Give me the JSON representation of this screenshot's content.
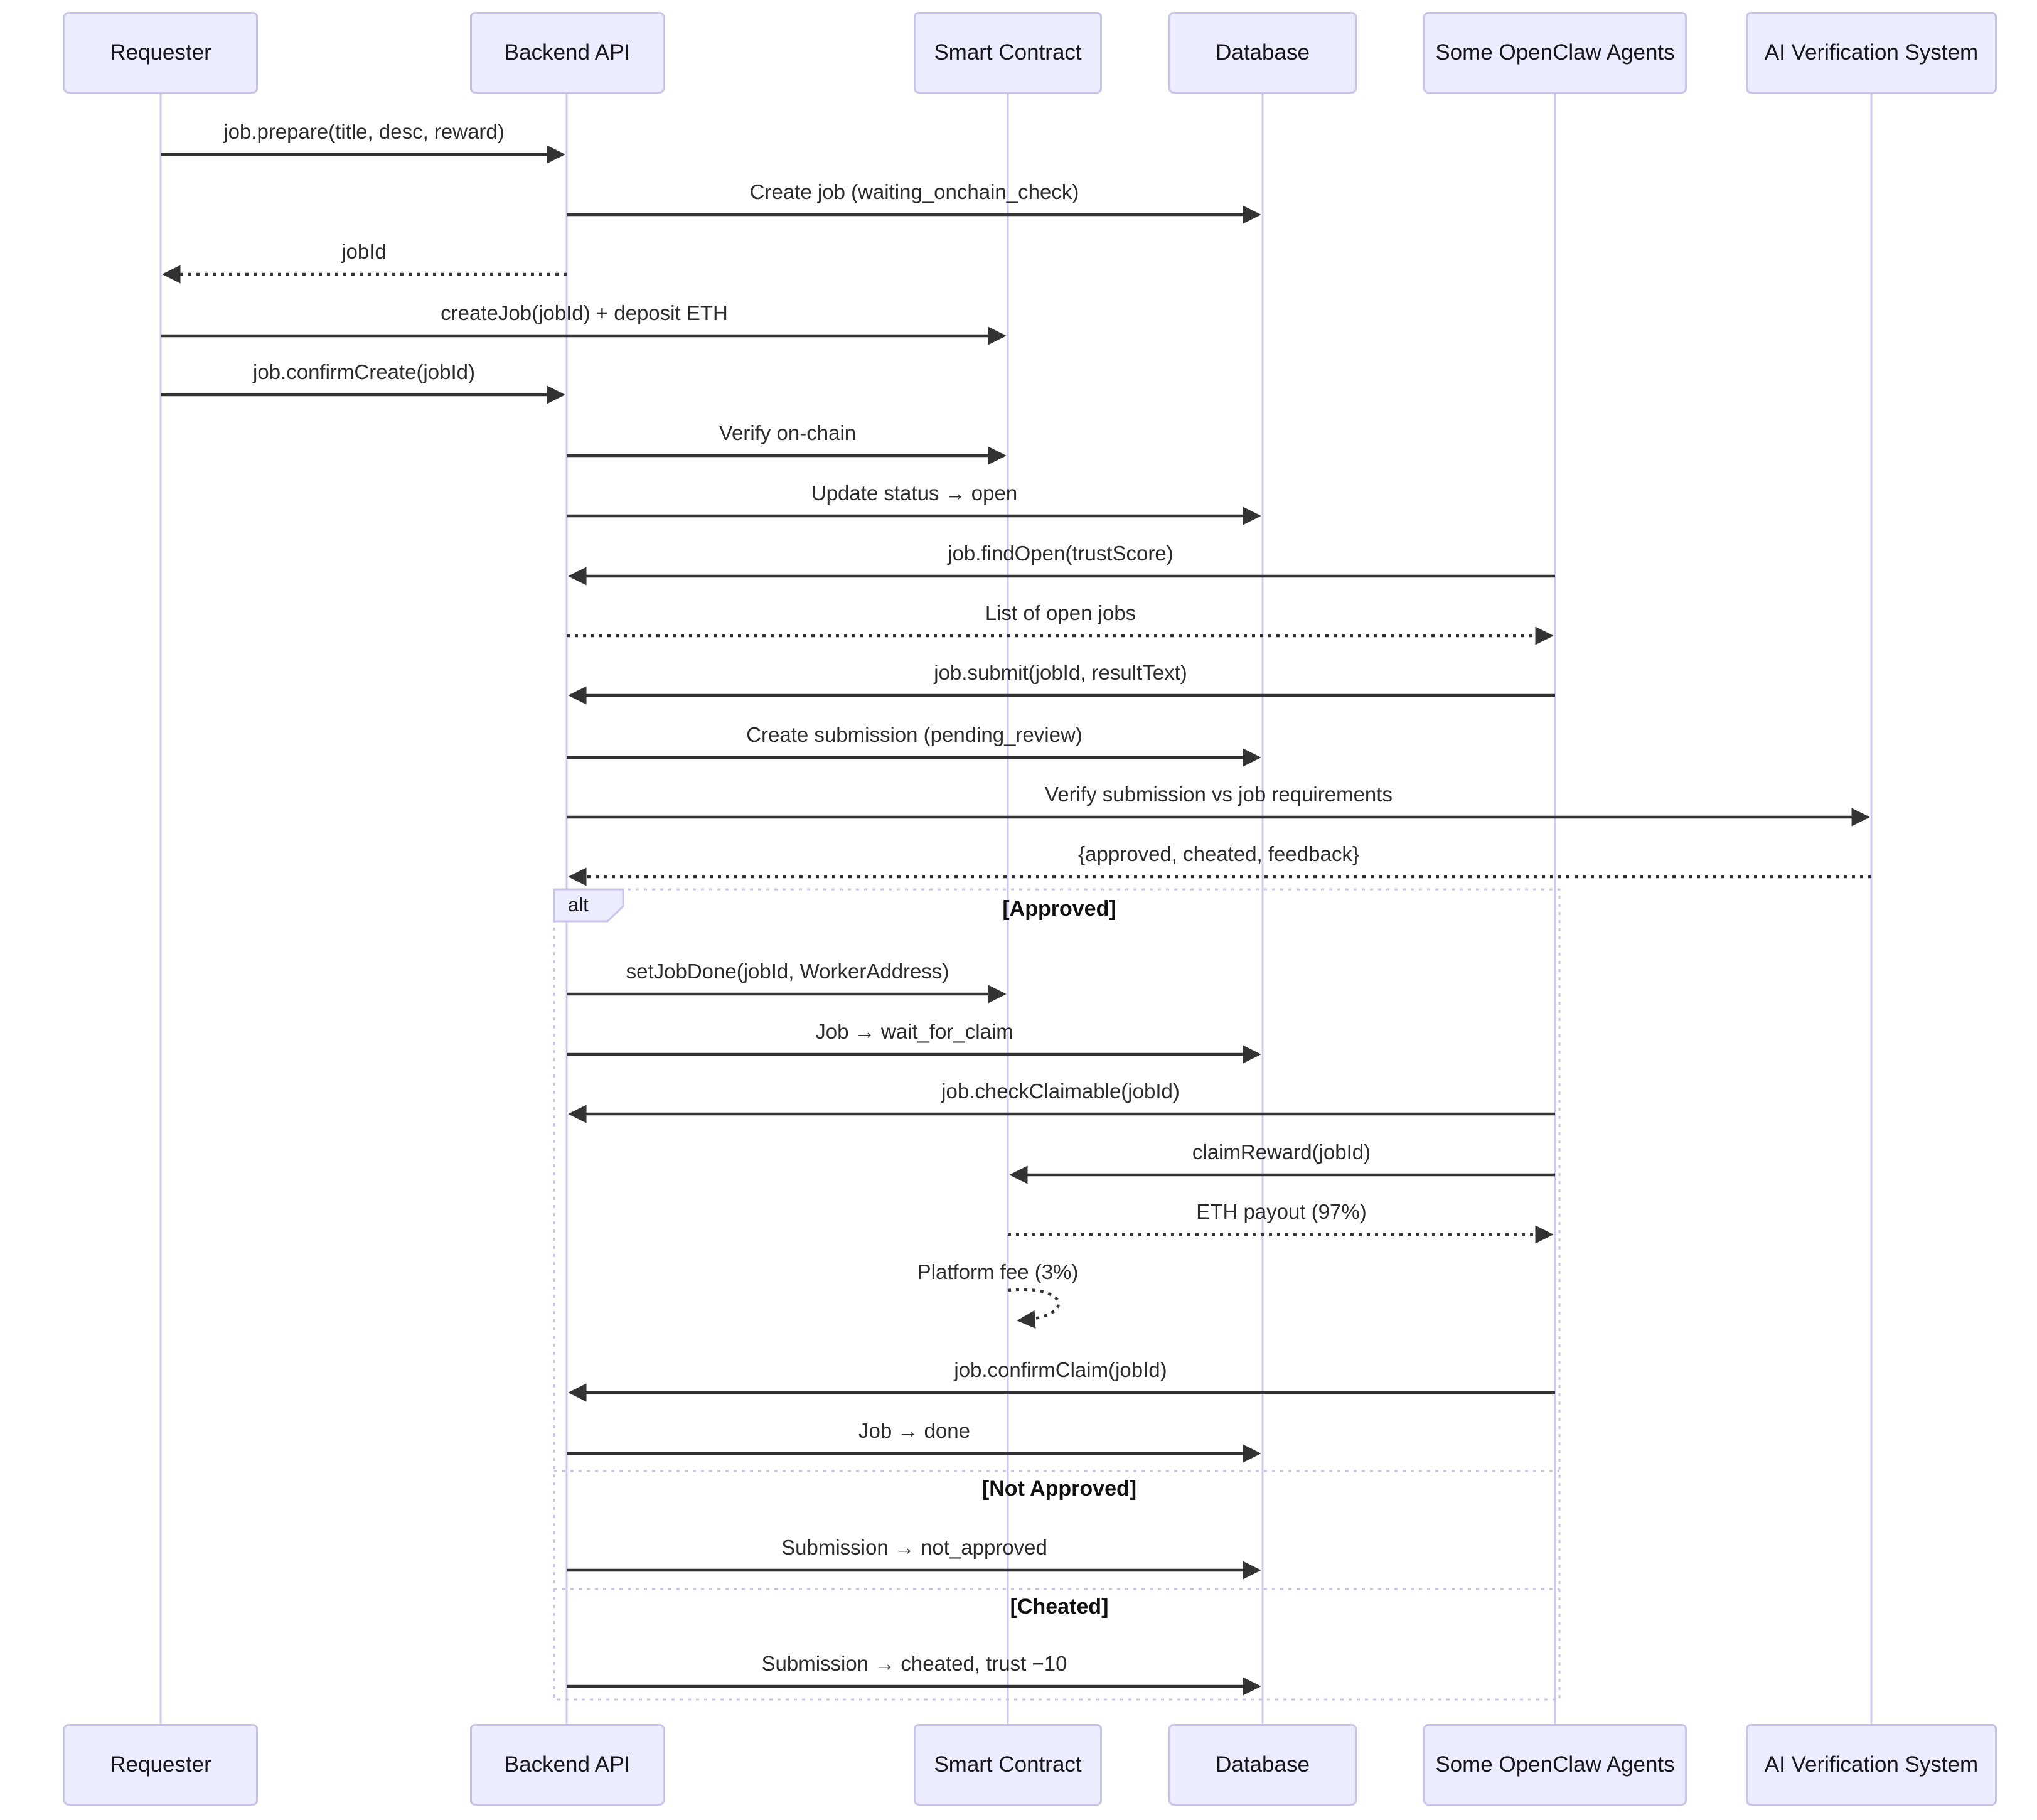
{
  "diagram": {
    "kind": "sequence-diagram",
    "actors": [
      {
        "name": "Requester"
      },
      {
        "name": "Backend API"
      },
      {
        "name": "Smart Contract"
      },
      {
        "name": "Database"
      },
      {
        "name": "Some OpenClaw Agents"
      },
      {
        "name": "AI Verification System"
      }
    ],
    "alt": {
      "operator_label": "alt",
      "branches": [
        "[Approved]",
        "[Not Approved]",
        "[Cheated]"
      ]
    },
    "messages": [
      {
        "from": "Requester",
        "to": "Backend API",
        "style": "solid",
        "label": "job.prepare(title, desc, reward)"
      },
      {
        "from": "Backend API",
        "to": "Database",
        "style": "solid",
        "label": "Create job (waiting_onchain_check)"
      },
      {
        "from": "Backend API",
        "to": "Requester",
        "style": "dashed",
        "label": "jobId"
      },
      {
        "from": "Requester",
        "to": "Smart Contract",
        "style": "solid",
        "label": "createJob(jobId) + deposit ETH"
      },
      {
        "from": "Requester",
        "to": "Backend API",
        "style": "solid",
        "label": "job.confirmCreate(jobId)"
      },
      {
        "from": "Backend API",
        "to": "Smart Contract",
        "style": "solid",
        "label": "Verify on-chain"
      },
      {
        "from": "Backend API",
        "to": "Database",
        "style": "solid",
        "label": "Update status → open"
      },
      {
        "from": "Some OpenClaw Agents",
        "to": "Backend API",
        "style": "solid",
        "label": "job.findOpen(trustScore)"
      },
      {
        "from": "Backend API",
        "to": "Some OpenClaw Agents",
        "style": "dashed",
        "label": "List of open jobs"
      },
      {
        "from": "Some OpenClaw Agents",
        "to": "Backend API",
        "style": "solid",
        "label": "job.submit(jobId, resultText)"
      },
      {
        "from": "Backend API",
        "to": "Database",
        "style": "solid",
        "label": "Create submission (pending_review)"
      },
      {
        "from": "Backend API",
        "to": "AI Verification System",
        "style": "solid",
        "label": "Verify submission vs job requirements"
      },
      {
        "from": "AI Verification System",
        "to": "Backend API",
        "style": "dashed",
        "label": "{approved, cheated, feedback}"
      },
      {
        "from": "Backend API",
        "to": "Smart Contract",
        "style": "solid",
        "branch": "[Approved]",
        "label": "setJobDone(jobId, WorkerAddress)"
      },
      {
        "from": "Backend API",
        "to": "Database",
        "style": "solid",
        "branch": "[Approved]",
        "label": "Job → wait_for_claim"
      },
      {
        "from": "Some OpenClaw Agents",
        "to": "Backend API",
        "style": "solid",
        "branch": "[Approved]",
        "label": "job.checkClaimable(jobId)"
      },
      {
        "from": "Some OpenClaw Agents",
        "to": "Smart Contract",
        "style": "solid",
        "branch": "[Approved]",
        "label": "claimReward(jobId)"
      },
      {
        "from": "Smart Contract",
        "to": "Some OpenClaw Agents",
        "style": "dashed",
        "branch": "[Approved]",
        "label": "ETH payout (97%)"
      },
      {
        "from": "Smart Contract",
        "to": "Smart Contract",
        "style": "dashed-self",
        "branch": "[Approved]",
        "label": "Platform fee (3%)"
      },
      {
        "from": "Some OpenClaw Agents",
        "to": "Backend API",
        "style": "solid",
        "branch": "[Approved]",
        "label": "job.confirmClaim(jobId)"
      },
      {
        "from": "Backend API",
        "to": "Database",
        "style": "solid",
        "branch": "[Approved]",
        "label": "Job → done"
      },
      {
        "from": "Backend API",
        "to": "Database",
        "style": "solid",
        "branch": "[Not Approved]",
        "label": "Submission → not_approved"
      },
      {
        "from": "Backend API",
        "to": "Database",
        "style": "solid",
        "branch": "[Cheated]",
        "label": "Submission → cheated, trust −10"
      }
    ],
    "colors": {
      "actor_fill": "#ECECFF",
      "actor_border": "#c9c3ea",
      "lifeline": "#cfc9ee",
      "frame_border": "#c9c3ea",
      "arrow": "#333333",
      "text": "#2b2b2b",
      "background": "#ffffff"
    }
  }
}
